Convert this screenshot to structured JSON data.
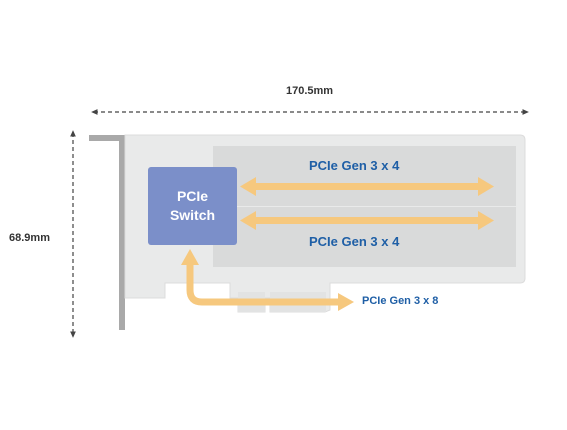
{
  "dimensions": {
    "length": "170.5mm",
    "height": "68.9mm"
  },
  "switch": {
    "line1": "PCIe",
    "line2": "Switch",
    "color": "#7b8fc9"
  },
  "links": {
    "top_slot": "PCIe Gen 3 x 4",
    "bottom_slot": "PCIe Gen 3 x 4",
    "host": "PCIe Gen 3 x 8"
  },
  "colors": {
    "arrow": "#f6c87e",
    "board": "#e9eaea",
    "bracket": "#a9a9a9",
    "label": "#1f5fa6"
  }
}
